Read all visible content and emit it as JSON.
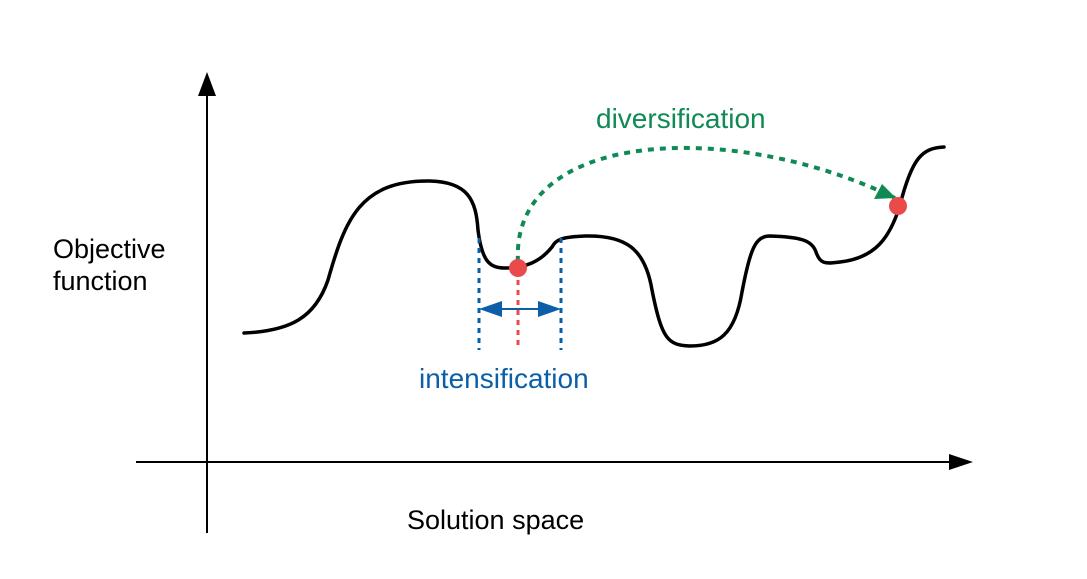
{
  "labels": {
    "y_axis": [
      "Objective",
      "function"
    ],
    "x_axis": "Solution space",
    "diversification": "diversification",
    "intensification": "intensification"
  },
  "colors": {
    "curve": "#000000",
    "axis": "#000000",
    "diversification": "#0f8a55",
    "intensification": "#0a5fa8",
    "point": "#ea4a4a",
    "point_guide": "#ea4a4a"
  }
}
